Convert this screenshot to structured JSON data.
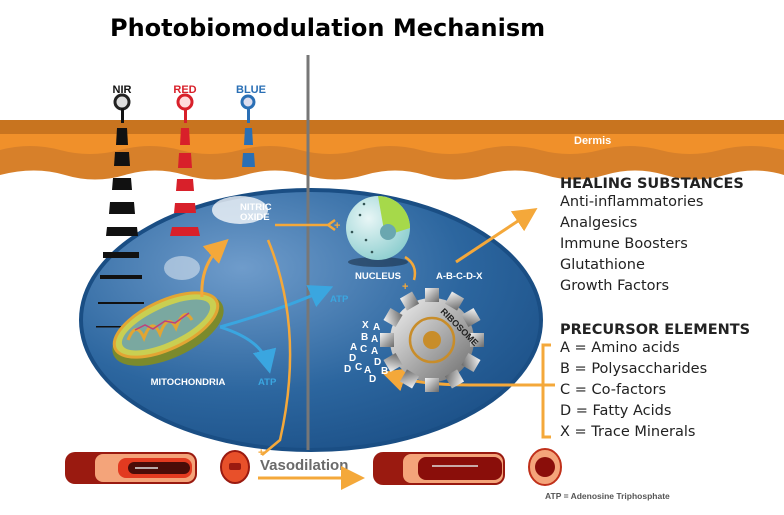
{
  "title": "Photobiomodulation Mechanism",
  "light_sources": [
    {
      "label": "NIR",
      "color": "#111111"
    },
    {
      "label": "RED",
      "color": "#d8202a"
    },
    {
      "label": "BLUE",
      "color": "#2a6fb5"
    }
  ],
  "skin_layer_label": "Dermis",
  "cell_labels": {
    "nitric_oxide_line1": "NITRIC",
    "nitric_oxide_line2": "OXIDE",
    "mitochondria": "MITOCHONDRIA",
    "atp_1": "ATP",
    "atp_2": "ATP",
    "nucleus": "NUCLEUS",
    "product": "A-B-C-D-X",
    "ribosome": "RIBOSOME",
    "letters": [
      "X",
      "A",
      "B",
      "A",
      "A",
      "C",
      "A",
      "D",
      "D",
      "C",
      "A",
      "D",
      "B",
      "D"
    ]
  },
  "healing": {
    "heading": "HEALING SUBSTANCES",
    "items": [
      "Anti-inflammatories",
      "Analgesics",
      "Immune Boosters",
      "Glutathione",
      "Growth Factors"
    ]
  },
  "precursor": {
    "heading": "PRECURSOR ELEMENTS",
    "items": [
      "A = Amino acids",
      "B = Polysaccharides",
      "C = Co-factors",
      "D = Fatty Acids",
      "X = Trace Minerals"
    ]
  },
  "vasodilation_label": "Vasodilation",
  "footnote": "ATP = Adenosine Triphosphate",
  "colors": {
    "skin": "#f0902a",
    "skin_dark": "#c8741f",
    "cell": "#1f5a94",
    "arrow_orange": "#f4a83a",
    "arrow_blue": "#3aa6e0"
  }
}
